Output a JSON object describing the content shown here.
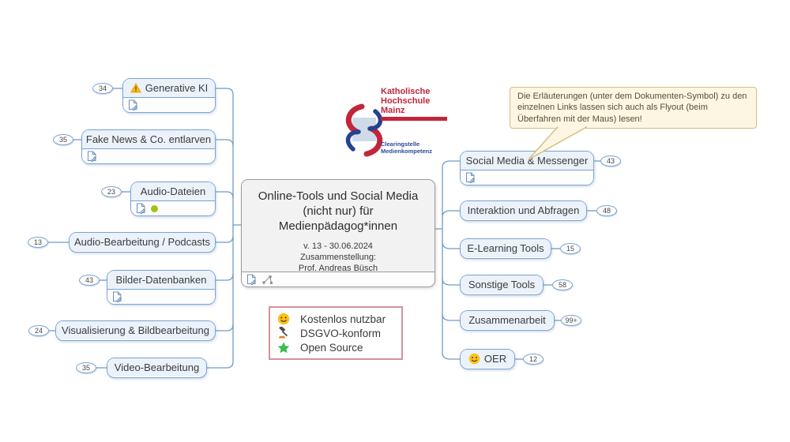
{
  "colors": {
    "node_border": "#7aa3d4",
    "node_fill": "#ebf2fa",
    "wire": "#6f9bc9",
    "center_border": "#9b9b9b",
    "center_fill": "#f2f2f2",
    "callout_bg": "#fcf6e2",
    "callout_border": "#d2be7f",
    "legend_border": "#d4929b",
    "logo_red": "#c2253c",
    "logo_blue": "#2b4a9b",
    "warning_yellow": "#fdb913",
    "smiley_yellow": "#fcc21b",
    "star_green": "#3dbb53",
    "dot_green": "#a3c113"
  },
  "center": {
    "title_lines": [
      "Online-Tools und Social Media",
      "(nicht nur) für",
      "Medienpädagog*innen"
    ],
    "meta_lines": [
      "v. 13 - 30.06.2024",
      "Zusammenstellung:",
      "Prof. Andreas Büsch"
    ]
  },
  "left_branches": [
    {
      "label": "Generative KI",
      "count": "34"
    },
    {
      "label": "Fake News & Co. entlarven",
      "count": "35"
    },
    {
      "label": "Audio-Dateien",
      "count": "23"
    },
    {
      "label": "Audio-Bearbeitung / Podcasts",
      "count": "13"
    },
    {
      "label": "Bilder-Datenbanken",
      "count": "43"
    },
    {
      "label": "Visualisierung & Bildbearbeitung",
      "count": "24"
    },
    {
      "label": "Video-Bearbeitung",
      "count": "35"
    }
  ],
  "right_branches": [
    {
      "label": "Social Media & Messenger",
      "count": "43"
    },
    {
      "label": "Interaktion und Abfragen",
      "count": "48"
    },
    {
      "label": "E-Learning Tools",
      "count": "15"
    },
    {
      "label": "Sonstige Tools",
      "count": "58"
    },
    {
      "label": "Zusammenarbeit",
      "count": "99+"
    },
    {
      "label": "OER",
      "count": "12"
    }
  ],
  "callout": {
    "text": "Die Erläuterungen (unter dem Dokumenten-Symbol) zu den einzelnen Links lassen sich auch als Flyout (beim Überfahren mit der Maus) lesen!"
  },
  "legend": {
    "items": [
      {
        "icon": "smiley-icon",
        "label": "Kostenlos nutzbar"
      },
      {
        "icon": "gavel-icon",
        "label": "DSGVO-konform"
      },
      {
        "icon": "star-icon",
        "label": "Open Source"
      }
    ]
  },
  "logo": {
    "org_lines": [
      "Katholische",
      "Hochschule",
      "Mainz"
    ],
    "unit_lines": [
      "Clearingstelle",
      "Medienkompetenz"
    ]
  }
}
